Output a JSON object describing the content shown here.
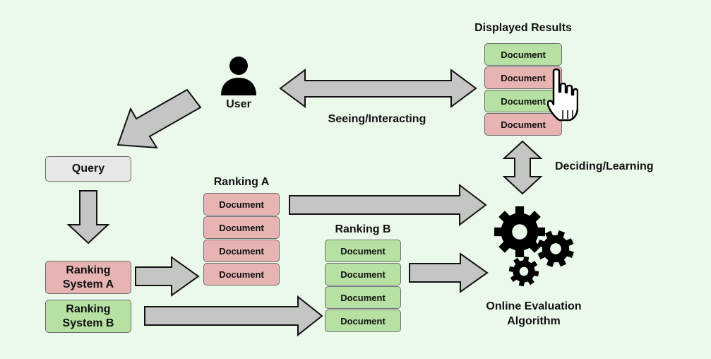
{
  "title_displayed_results": "Displayed Results",
  "user_label": "User",
  "seeing_interacting": "Seeing/Interacting",
  "deciding_learning": "Deciding/Learning",
  "query": "Query",
  "ranking_a_title": "Ranking A",
  "ranking_b_title": "Ranking B",
  "ranking_system_a": "Ranking\nSystem A",
  "ranking_system_b": "Ranking\nSystem B",
  "online_evaluation": "Online Evaluation\nAlgorithm",
  "document_label": "Document",
  "colors": {
    "background": "#ebf9ea",
    "green": "#b6e1a2",
    "pink": "#e8b3b3",
    "grey": "#e5e8e3",
    "arrow": "#c3c6c3"
  },
  "icons": [
    "user-icon",
    "pointing-hand-icon",
    "gears-icon"
  ]
}
